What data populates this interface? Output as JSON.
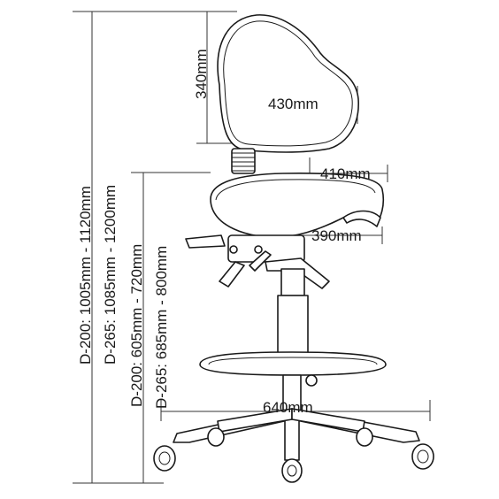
{
  "dimensions": {
    "backrest_height": "340mm",
    "backrest_width": "430mm",
    "seat_width": "410mm",
    "seat_depth": "390mm",
    "base_diameter": "640mm",
    "total_height_d200": "D-200: 1005mm - 1120mm",
    "total_height_d265": "D-265: 1085mm - 1200mm",
    "seat_height_d200": "D-200: 605mm - 720mm",
    "seat_height_d265": "D-265: 685mm - 800mm"
  },
  "colors": {
    "line": "#1a1a1a",
    "background": "#ffffff"
  }
}
